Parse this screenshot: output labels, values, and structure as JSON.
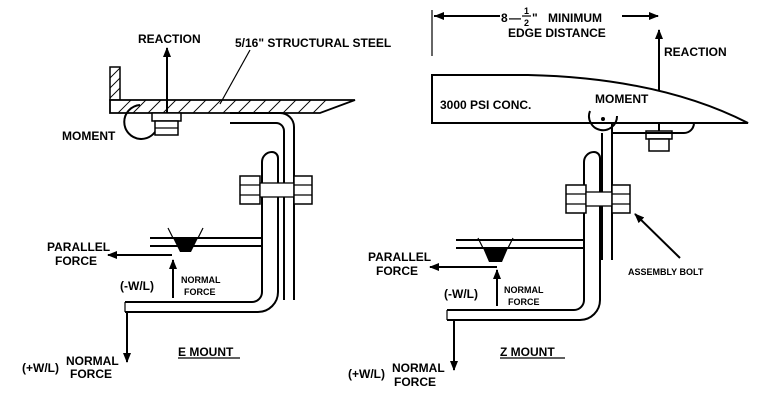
{
  "left": {
    "reaction": "REACTION",
    "steel": "5/16\" STRUCTURAL STEEL",
    "moment": "MOMENT",
    "parallel_1": "PARALLEL",
    "parallel_2": "FORCE",
    "neg_wl": "(-W/L)",
    "normal_1": "NORMAL",
    "normal_2": "FORCE",
    "pos_wl": "(+W/L)",
    "bottom_normal_1": "NORMAL",
    "bottom_normal_2": "FORCE",
    "caption": "E MOUNT"
  },
  "right": {
    "dim_8": "8",
    "dim_dash": "—",
    "dim_num": "1",
    "dim_den": "2",
    "dim_quote": "\"",
    "dim_label": "MINIMUM",
    "edge": "EDGE DISTANCE",
    "reaction": "REACTION",
    "concrete": "3000 PSI CONC.",
    "moment": "MOMENT",
    "parallel_1": "PARALLEL",
    "parallel_2": "FORCE",
    "neg_wl": "(-W/L)",
    "normal_1": "NORMAL",
    "normal_2": "FORCE",
    "assembly": "ASSEMBLY BOLT",
    "pos_wl": "(+W/L)",
    "bottom_normal_1": "NORMAL",
    "bottom_normal_2": "FORCE",
    "caption": "Z MOUNT"
  }
}
